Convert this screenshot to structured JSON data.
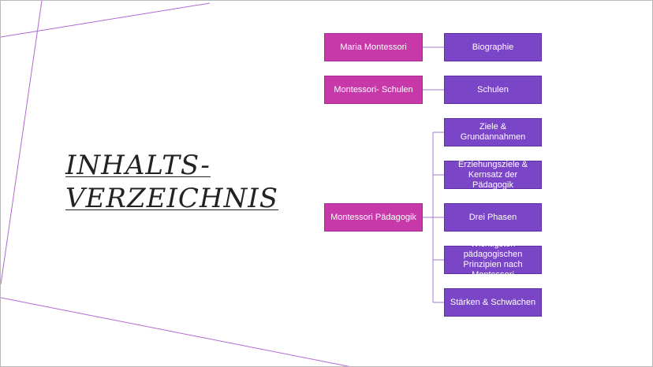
{
  "title": {
    "line1": "INHALTS-",
    "line2": "VERZEICHNIS"
  },
  "colors": {
    "pink": "#c739a9",
    "purple": "#7a45c7",
    "line": "#a77bd0",
    "frame": "#b06ad0"
  },
  "nodes": {
    "maria": "Maria Montessori",
    "biographie": "Biographie",
    "schulen_main": "Montessori- Schulen",
    "schulen": "Schulen",
    "paedagogik": "Montessori Pädagogik",
    "ziele": "Ziele & Grundannahmen",
    "erziehungsziele": "Erziehungsziele & Kernsatz der Pädagogik",
    "phasen": "Drei Phasen",
    "prinzipien": "Wichtigsten pädagogischen Prinzipien nach Montessori",
    "staerken": "Stärken & Schwächen"
  }
}
